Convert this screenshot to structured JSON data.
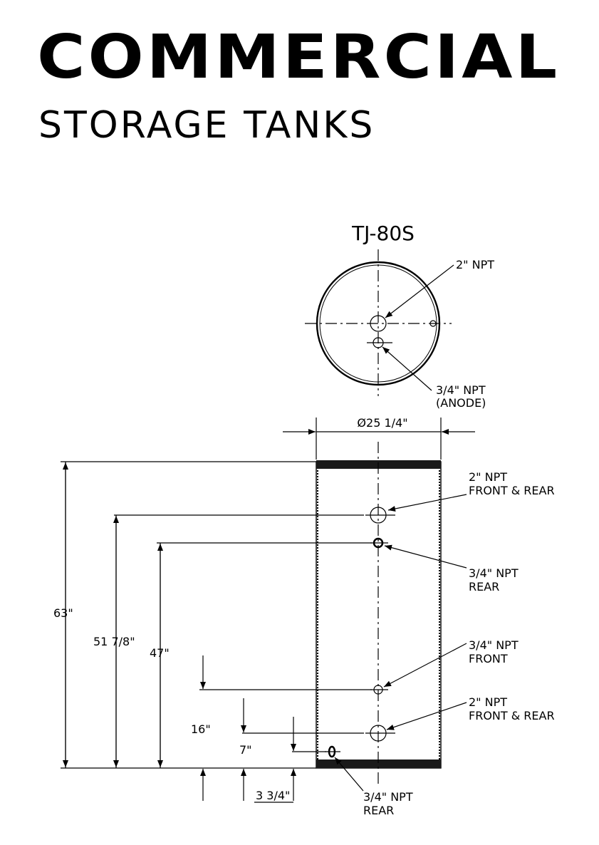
{
  "header": {
    "title": "COMMERCIAL",
    "subtitle": "STORAGE TANKS"
  },
  "drawing": {
    "model": "TJ-80S",
    "top_view": {
      "callout_top": "2\" NPT",
      "callout_anode_line1": "3/4\" NPT",
      "callout_anode_line2": "(ANODE)"
    },
    "diameter": "Ø25 1/4\"",
    "side_view": {
      "callouts": [
        {
          "line1": "2\" NPT",
          "line2": "FRONT & REAR"
        },
        {
          "line1": "3/4\" NPT",
          "line2": "REAR"
        },
        {
          "line1": "3/4\" NPT",
          "line2": "FRONT"
        },
        {
          "line1": "2\" NPT",
          "line2": "FRONT & REAR"
        },
        {
          "line1": "3/4\" NPT",
          "line2": "REAR"
        }
      ],
      "dimensions": {
        "overall": "63\"",
        "d1": "51 7/8\"",
        "d2": "47\"",
        "d3": "16\"",
        "d4": "7\"",
        "d5": "3 3/4\""
      }
    }
  }
}
